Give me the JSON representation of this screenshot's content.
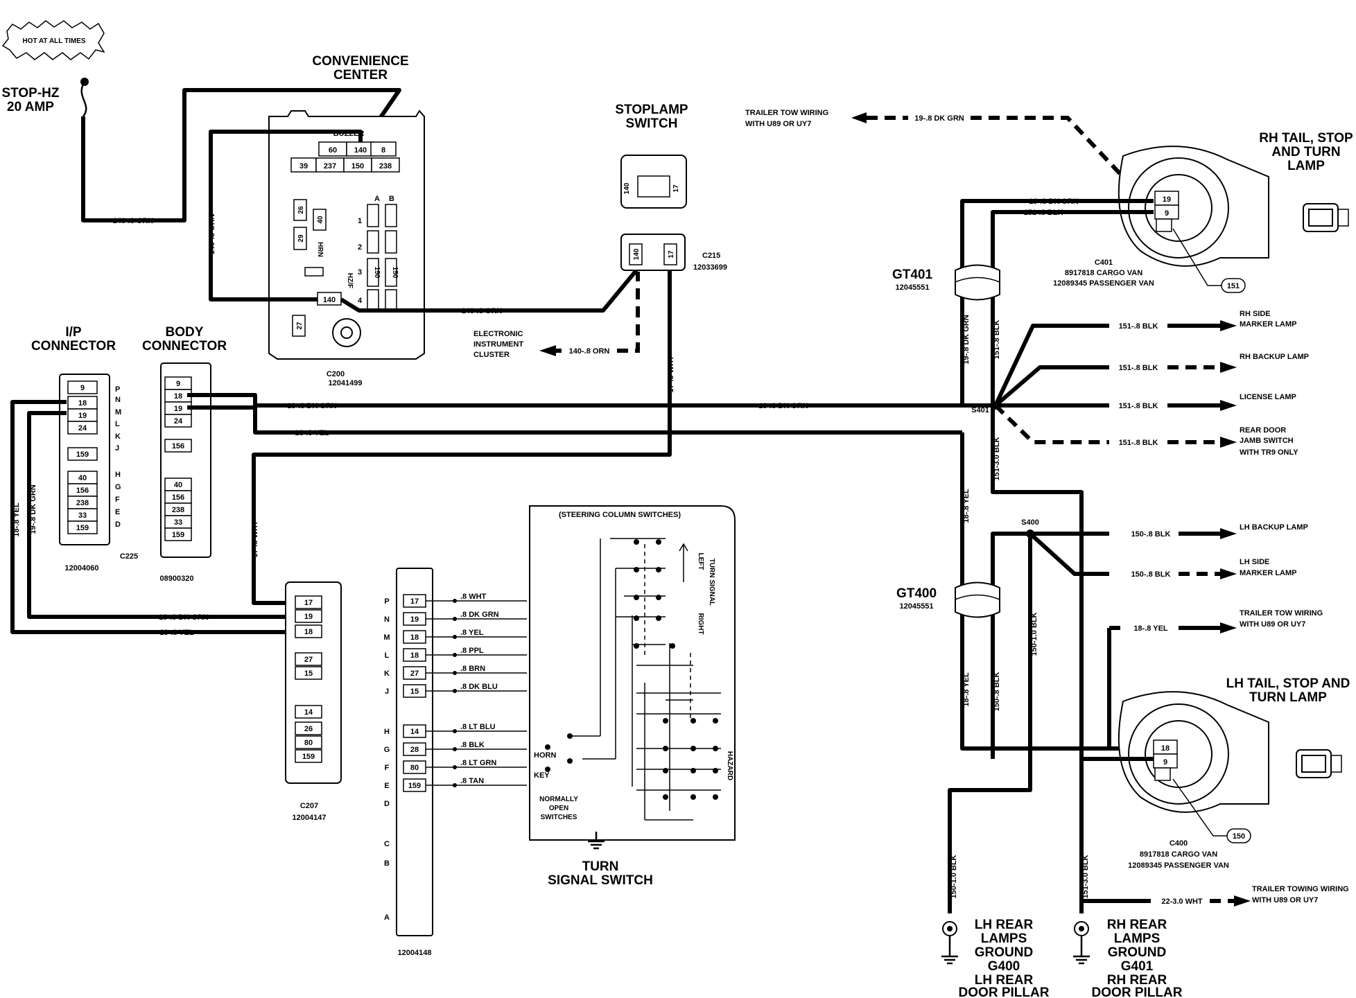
{
  "fuse_note": "HOT AT ALL TIMES",
  "fuse": {
    "line1": "STOP-HZ",
    "line2": "20 AMP"
  },
  "convenience_center": {
    "title1": "CONVENIENCE",
    "title2": "CENTER",
    "buzzer": "BUZZER",
    "row1": [
      "60",
      "140",
      "8"
    ],
    "row2": [
      "39",
      "237",
      "150",
      "238"
    ],
    "cols": [
      "A",
      "B"
    ],
    "rows": [
      "1",
      "2",
      "3",
      "4"
    ],
    "misc": [
      "26",
      "29",
      "40",
      "HRN",
      "HZ/F",
      "150",
      "150",
      "140",
      "27"
    ],
    "connector": "C200",
    "part": "12041499"
  },
  "stoplamp_switch": {
    "title1": "STOPLAMP",
    "title2": "SWITCH",
    "pins": [
      "140",
      "17"
    ],
    "connector": "C215",
    "part": "12033699"
  },
  "ip_connector": {
    "title1": "I/P",
    "title2": "CONNECTOR",
    "cells": [
      "9",
      "18",
      "19",
      "24",
      "159",
      "40",
      "156",
      "238",
      "33",
      "159"
    ],
    "letters": [
      "P",
      "N",
      "M",
      "L",
      "K",
      "J",
      "H",
      "G",
      "F",
      "E",
      "D"
    ],
    "connector": "C225",
    "part": "12004060"
  },
  "body_connector": {
    "title1": "BODY",
    "title2": "CONNECTOR",
    "cells": [
      "9",
      "18",
      "19",
      "24",
      "156",
      "40",
      "156",
      "238",
      "33",
      "159"
    ],
    "part": "08900320"
  },
  "c207": {
    "cells": [
      "17",
      "19",
      "18",
      "27",
      "15",
      "14",
      "26",
      "80",
      "159"
    ],
    "connector": "C207",
    "part": "12004147"
  },
  "column_connector": {
    "letters": [
      "P",
      "N",
      "M",
      "L",
      "K",
      "J",
      "H",
      "G",
      "F",
      "E",
      "D",
      "C",
      "B",
      "A"
    ],
    "cells": [
      "17",
      "19",
      "18",
      "18",
      "27",
      "15",
      "14",
      "28",
      "80",
      "159"
    ],
    "wires": [
      ".8 WHT",
      ".8 DK GRN",
      ".8 YEL",
      ".8 PPL",
      ".8 BRN",
      ".8 DK BLU",
      ".8 LT BLU",
      ".8 BLK",
      ".8 LT GRN",
      ".8 TAN"
    ],
    "part": "12004148"
  },
  "turn_switch": {
    "header": "(STEERING COLUMN SWITCHES)",
    "left": "LEFT",
    "right": "RIGHT",
    "turn_signal": "TURN SIGNAL",
    "hazard": "HAZARD",
    "horn": "HORN",
    "key": "KEY",
    "no1": "NORMALLY",
    "no2": "OPEN",
    "no3": "SWITCHES",
    "title1": "TURN",
    "title2": "SIGNAL SWITCH"
  },
  "wires": {
    "w140_orn": "140-.8 ORN",
    "w140_orn_v": "140-.8 ORN",
    "w140_orn_c200": "140-.8 ORN",
    "w140_9_orn": "140-.8 ORN",
    "w17_wht": "17-.8 WHT",
    "w17_wht2": "17-.8 WHT",
    "w19_dkgrn": "19-.8 DK GRN",
    "w19_dkgrn_mid": "19-.8 DK GRN",
    "w18_yel": "18-.8 YEL",
    "w18_yel_v": "18-.8 YEL",
    "w19_dkgrn_v": "19-.8 DK GRN",
    "w19_dkgrn_c207": "19-.8 DK GRN",
    "w18_yel_c207": "18-.8 YEL",
    "trailer_dkgrn": "19-.8 DK GRN",
    "rh_dkgrn": "19-.8 DK GRN",
    "rh_blk": "151-.8 BLK",
    "v19_dkgrn": "19-.8 DK GRN",
    "v151_blk": "151-.8 BLK",
    "v151_30_blk": "151-3.0 BLK",
    "v18_yel": "18-.8 YEL",
    "v150_10_blk": "150-1.0 BLK",
    "v18_yel_low": "18-.8 YEL",
    "v150_blk_low": "150-.8 BLK",
    "v150_10_blk_low": "150-1.0 BLK",
    "v151_30_blk_low": "151-3.0 BLK",
    "b151_1": "151-.8 BLK",
    "b151_2": "151-.8 BLK",
    "b151_3": "151-.8 BLK",
    "b151_4": "151-.8 BLK",
    "b150_1": "150-.8 BLK",
    "b150_2": "150-.8 BLK",
    "b18_yel": "18-.8 YEL",
    "w22_wht": "22-3.0 WHT"
  },
  "electronic_cluster": {
    "l1": "ELECTRONIC",
    "l2": "INSTRUMENT",
    "l3": "CLUSTER"
  },
  "trailer_top": {
    "l1": "TRAILER TOW WIRING",
    "l2": "WITH U89 OR UY7"
  },
  "rh_lamp": {
    "t1": "RH TAIL, STOP",
    "t2": "AND TURN",
    "t3": "LAMP",
    "pins": [
      "19",
      "9"
    ],
    "connector": "C401",
    "l1": "8917818 CARGO VAN",
    "l2": "12089345 PASSENGER VAN",
    "ref": "151"
  },
  "gt401": {
    "name": "GT401",
    "part": "12045551"
  },
  "gt400": {
    "name": "GT400",
    "part": "12045551"
  },
  "s401": "S401",
  "s400": "S400",
  "rh_side": {
    "l1": "RH SIDE",
    "l2": "MARKER LAMP"
  },
  "rh_backup": "RH BACKUP LAMP",
  "license": "LICENSE LAMP",
  "rear_door": {
    "l1": "REAR DOOR",
    "l2": "JAMB SWITCH",
    "l3": "WITH TR9 ONLY"
  },
  "lh_backup": "LH BACKUP LAMP",
  "lh_side": {
    "l1": "LH SIDE",
    "l2": "MARKER LAMP"
  },
  "trailer_mid": {
    "l1": "TRAILER TOW WIRING",
    "l2": "WITH U89 OR UY7"
  },
  "lh_lamp": {
    "t1": "LH TAIL, STOP AND",
    "t2": "TURN LAMP",
    "pins": [
      "18",
      "9"
    ],
    "connector": "C400",
    "l1": "8917818 CARGO VAN",
    "l2": "12089345 PASSENGER VAN",
    "ref": "150"
  },
  "trailer_bottom": {
    "l1": "TRAILER TOWING WIRING",
    "l2": "WITH U89 OR UY7"
  },
  "lh_ground": {
    "l1": "LH REAR",
    "l2": "LAMPS",
    "l3": "GROUND",
    "l4": "G400",
    "l5": "LH REAR",
    "l6": "DOOR PILLAR"
  },
  "rh_ground": {
    "l1": "RH REAR",
    "l2": "LAMPS",
    "l3": "GROUND",
    "l4": "G401",
    "l5": "RH REAR",
    "l6": "DOOR PILLAR"
  }
}
